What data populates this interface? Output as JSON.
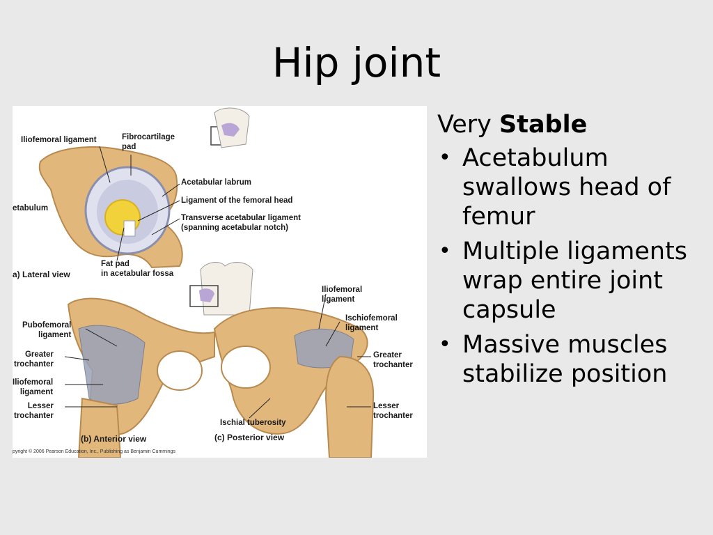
{
  "title": "Hip joint",
  "figure": {
    "labels": {
      "iliofemoral_top": "Iliofemoral ligament",
      "fibrocartilage": "Fibrocartilage\npad",
      "acetabulum": "etabulum",
      "acetabular_labrum": "Acetabular labrum",
      "ligament_femoral_head": "Ligament of the femoral head",
      "transverse_ligament": "Transverse acetabular ligament\n(spanning acetabular notch)",
      "fat_pad": "Fat pad\nin acetabular fossa",
      "pubofemoral": "Pubofemoral\nligament",
      "greater_trochanter_b": "Greater\ntrochanter",
      "iliofemoral_b": "Iliofemoral\nligament",
      "lesser_trochanter_b": "Lesser\ntrochanter",
      "iliofemoral_c": "Iliofemoral\nligament",
      "ischiofemoral": "Ischiofemoral\nligament",
      "greater_trochanter_c": "Greater\ntrochanter",
      "lesser_trochanter_c": "Lesser\ntrochanter",
      "ischial_tuberosity": "Ischial tuberosity"
    },
    "captions": {
      "a": "a) Lateral view",
      "b": "(b) Anterior view",
      "c": "(c) Posterior view"
    },
    "copyright": "pyright © 2006 Pearson Education, Inc., Publishing as Benjamin Cummings"
  },
  "text": {
    "intro_prefix": "Very ",
    "intro_bold": "Stable",
    "bullets": [
      "Acetabulum swallows head of femur",
      "Multiple ligaments wrap entire joint capsule",
      "Massive muscles stabilize position"
    ]
  },
  "colors": {
    "background": "#e9e9e9",
    "bone": "#e2b77c",
    "bone_dark": "#b98a4f",
    "cartilage": "#c9cbe0",
    "fat_pad": "#f2d23a",
    "ligament": "#9aa3b8"
  }
}
